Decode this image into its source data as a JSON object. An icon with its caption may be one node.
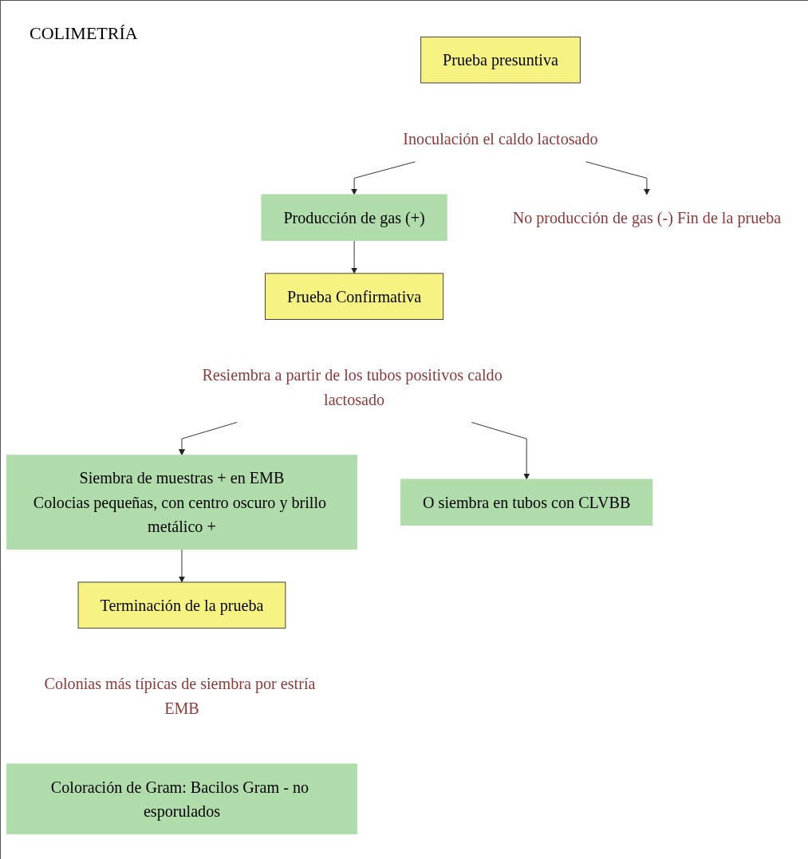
{
  "diagram": {
    "title": "COLIMETRÍA",
    "nodes": [
      {
        "text": [
          "Prueba presuntiva"
        ]
      },
      {
        "text": [
          "Inoculación el caldo lactosado"
        ]
      },
      {
        "text": [
          "Producción de gas (+)"
        ]
      },
      {
        "text": [
          "No producción de gas (-) Fin de la prueba"
        ]
      },
      {
        "text": [
          "Prueba Confirmativa"
        ]
      },
      {
        "text": [
          "Resiembra a partir de los tubos positivos caldo lactosado"
        ]
      },
      {
        "text": [
          "Siembra de muestras + en EMB",
          "Colocias pequeñas, con centro oscuro y brillo metálico +"
        ]
      },
      {
        "text": [
          "O siembra en tubos con CLVBB"
        ]
      },
      {
        "text": [
          "Terminación de la prueba"
        ]
      },
      {
        "text": [
          "Colonias más típicas de siembra por estría EMB"
        ]
      },
      {
        "text": [
          "Coloración de Gram: Bacilos Gram - no esporulados"
        ]
      }
    ],
    "edges": [
      {
        "from": 1,
        "to": 2,
        "arrow": "to"
      },
      {
        "from": 1,
        "to": 3,
        "arrow": "to"
      },
      {
        "from": 2,
        "to": 4,
        "arrow": "to"
      },
      {
        "from": 5,
        "to": 6,
        "arrow": "to"
      },
      {
        "from": 5,
        "to": 7,
        "arrow": "to"
      },
      {
        "from": 6,
        "to": 8,
        "arrow": "to"
      }
    ]
  }
}
